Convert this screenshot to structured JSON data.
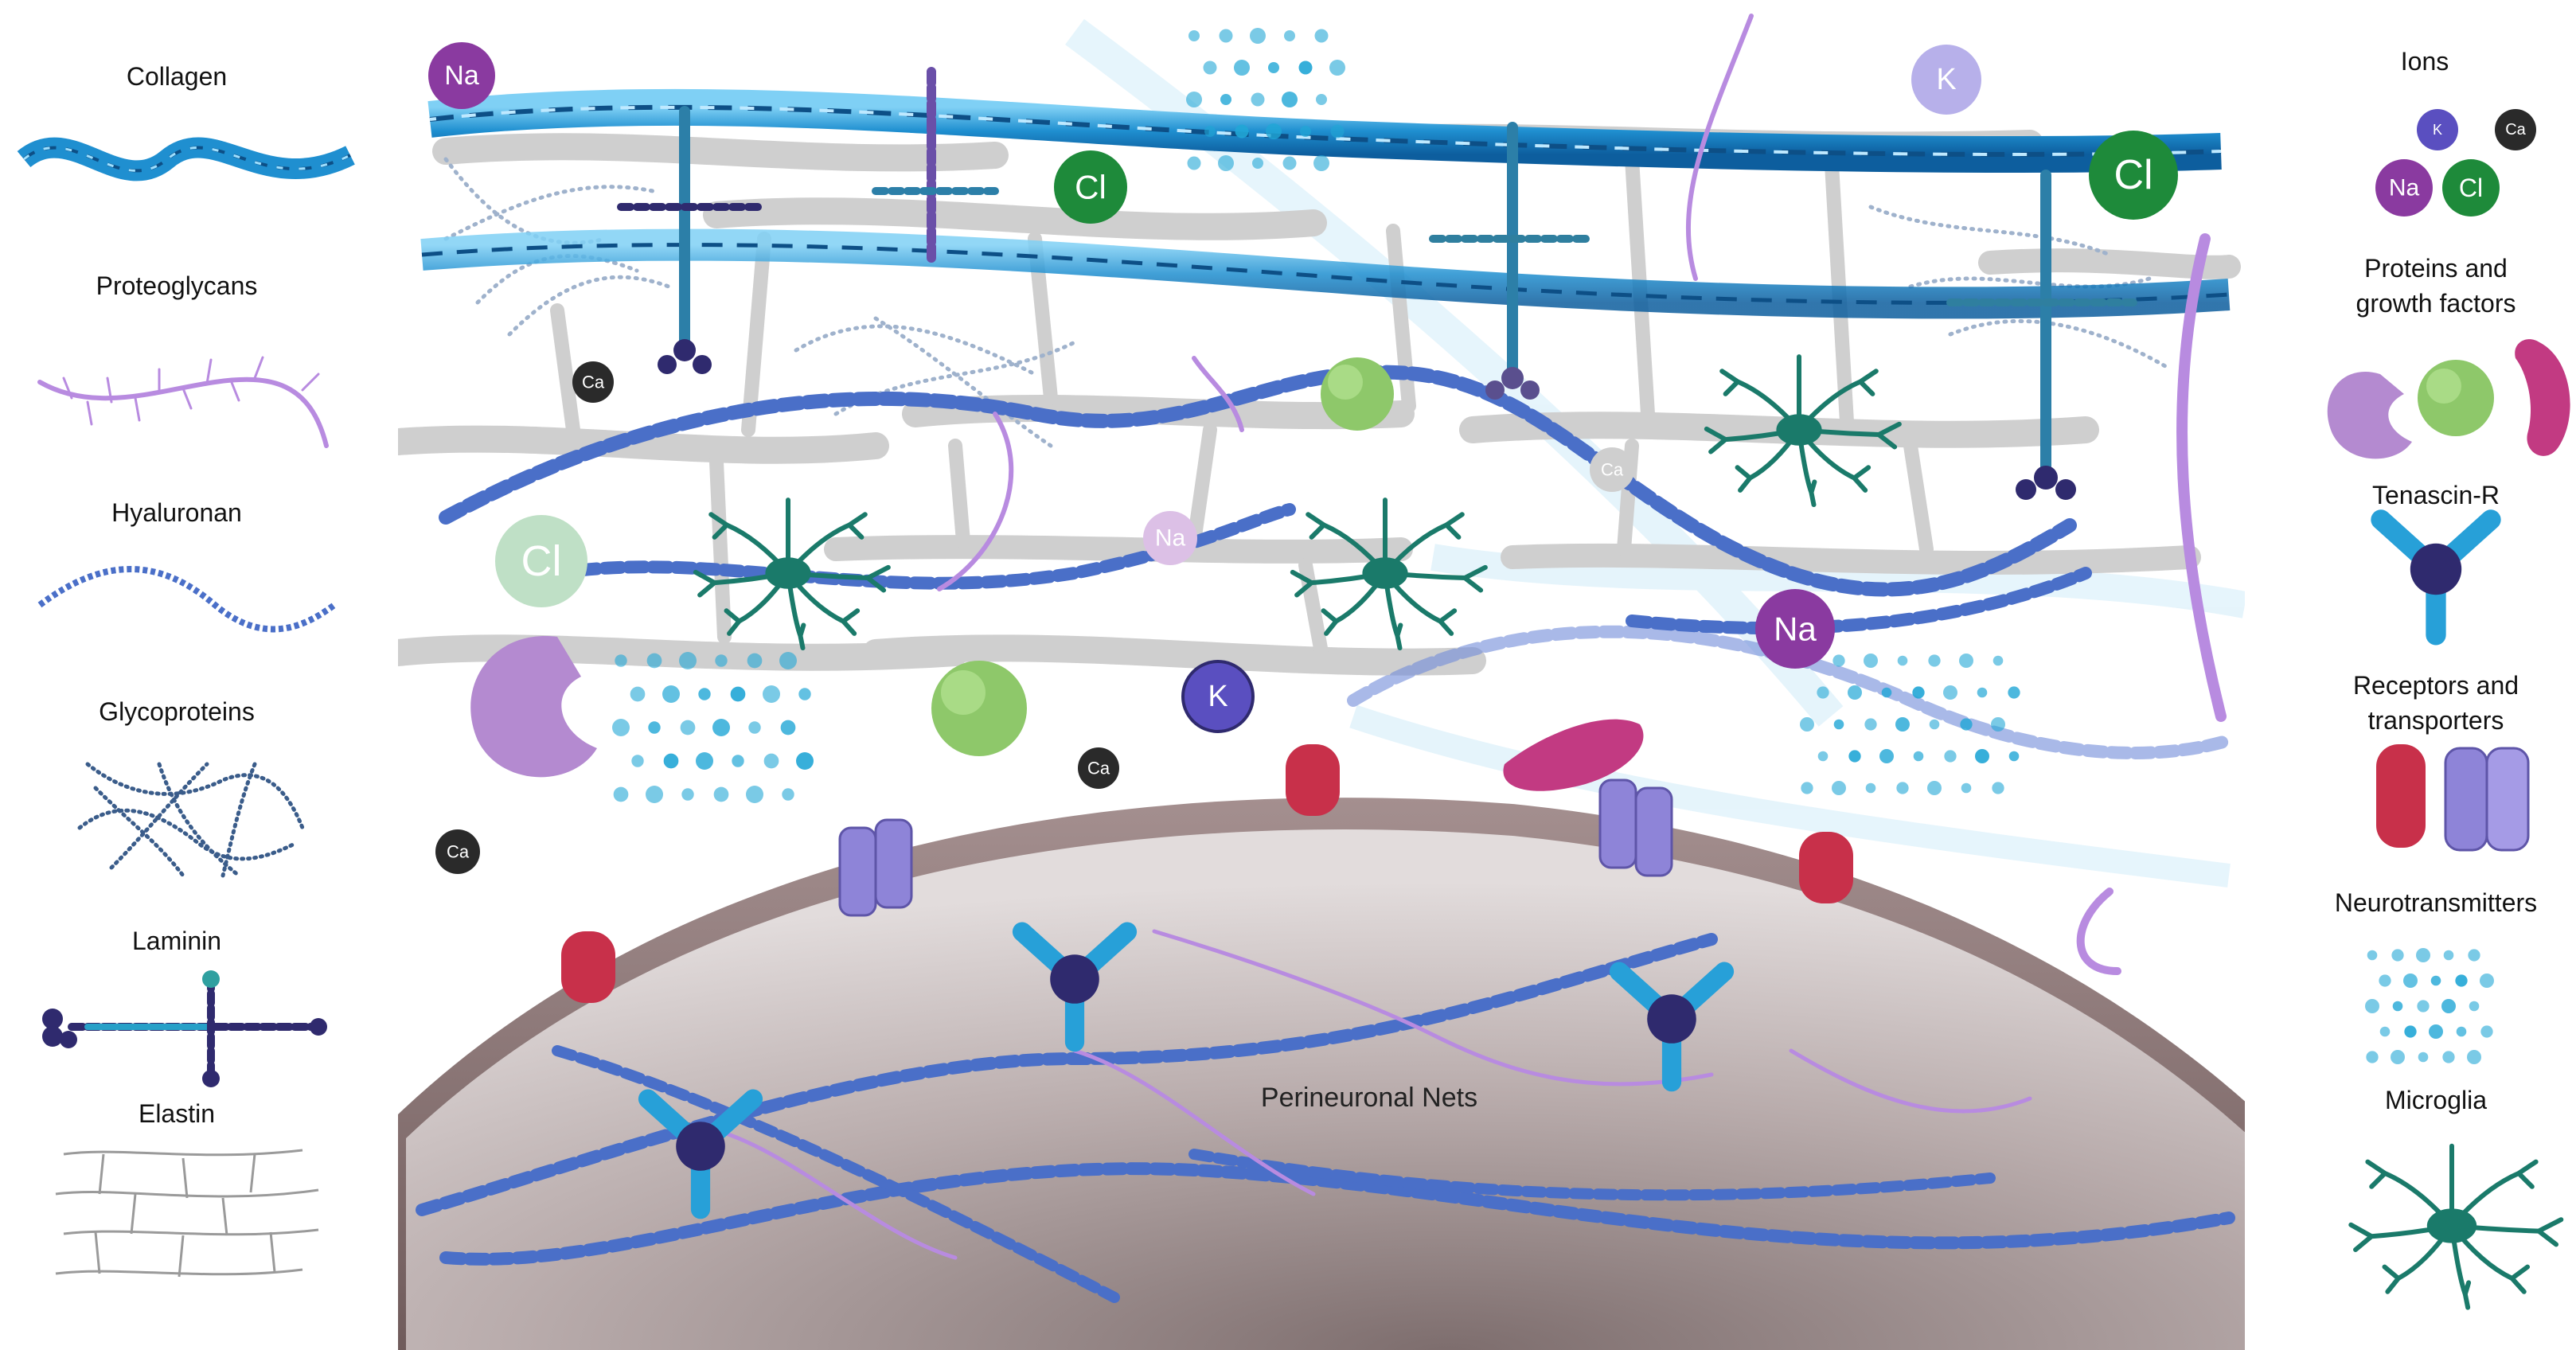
{
  "legend_left": {
    "collagen": "Collagen",
    "proteoglycans": "Proteoglycans",
    "hyaluronan": "Hyaluronan",
    "glycoproteins": "Glycoproteins",
    "laminin": "Laminin",
    "elastin": "Elastin"
  },
  "legend_right": {
    "ions": "Ions",
    "proteins_line1": "Proteins and",
    "proteins_line2": "growth factors",
    "tenascin": "Tenascin-R",
    "receptors_line1": "Receptors and",
    "receptors_line2": "transporters",
    "neurotransmitters": "Neurotransmitters",
    "microglia": "Microglia"
  },
  "ions": {
    "na": "Na",
    "k": "K",
    "cl": "Cl",
    "ca": "Ca"
  },
  "scene": {
    "neuron_label": "Perineuronal Nets"
  },
  "colors": {
    "collagen": "#1f8fd0",
    "proteoglycan": "#b88be0",
    "hyaluronan": "#4a6fc8",
    "laminin": "#2f2a6e",
    "elastin": "#c8c8c8",
    "na": "#8a3aa0",
    "k": "#5a4fc0",
    "cl": "#1e8a3a",
    "ca": "#2a2a2a",
    "microglia": "#1a7a6a",
    "receptor": "#c8304a",
    "transporter": "#8e84d8"
  }
}
